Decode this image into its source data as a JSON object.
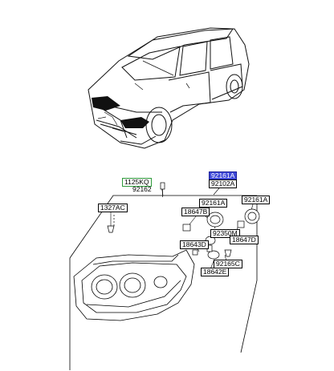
{
  "labels": {
    "l_92161A_hl": "92161A",
    "l_92102A": "92102A",
    "l_1125KQ": "1125KQ",
    "l_92162": "92162",
    "l_1327AC": "1327AC",
    "l_92161A_left": "92161A",
    "l_92161A_right": "92161A",
    "l_18647B": "18647B",
    "l_92350M": "92350M",
    "l_18647D": "18647D",
    "l_18643D": "18643D",
    "l_92165C": "92165C",
    "l_18642E": "18642E"
  },
  "colors": {
    "highlight": "#3f49d8",
    "green_box": "#2e9a3a",
    "headlamp_fill": "#111111"
  }
}
